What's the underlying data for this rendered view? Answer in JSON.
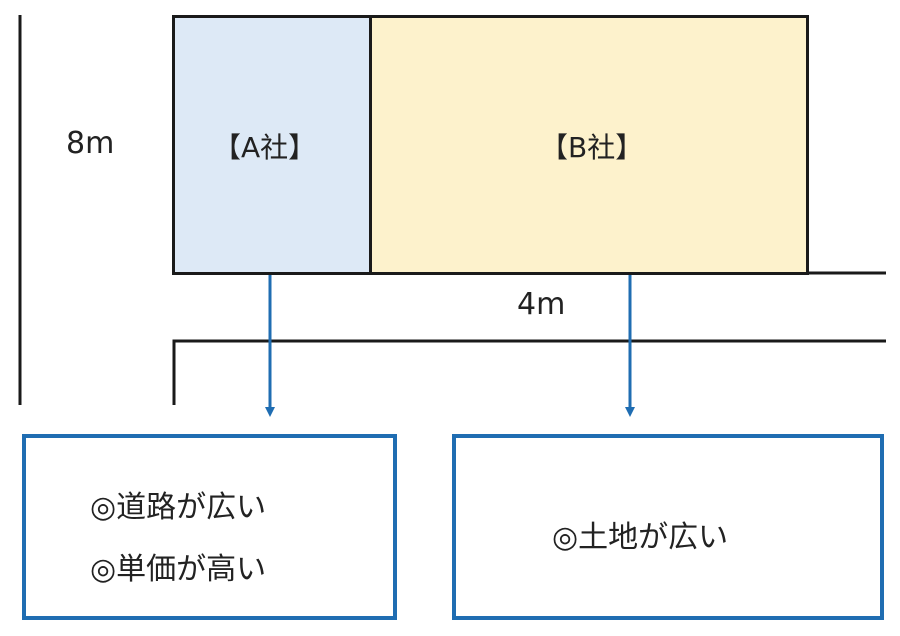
{
  "plots": [
    {
      "id": "a",
      "label": "【A社】",
      "color": "#dde9f6"
    },
    {
      "id": "b",
      "label": "【B社】",
      "color": "#fdf2cc"
    }
  ],
  "dimensions": {
    "depth": "8m",
    "road_width": "4m"
  },
  "notes": {
    "a": [
      "◎道路が広い",
      "◎単価が高い"
    ],
    "b": [
      "◎土地が広い"
    ]
  },
  "colors": {
    "outline": "#1a1a1a",
    "accent": "#1f6db2"
  }
}
